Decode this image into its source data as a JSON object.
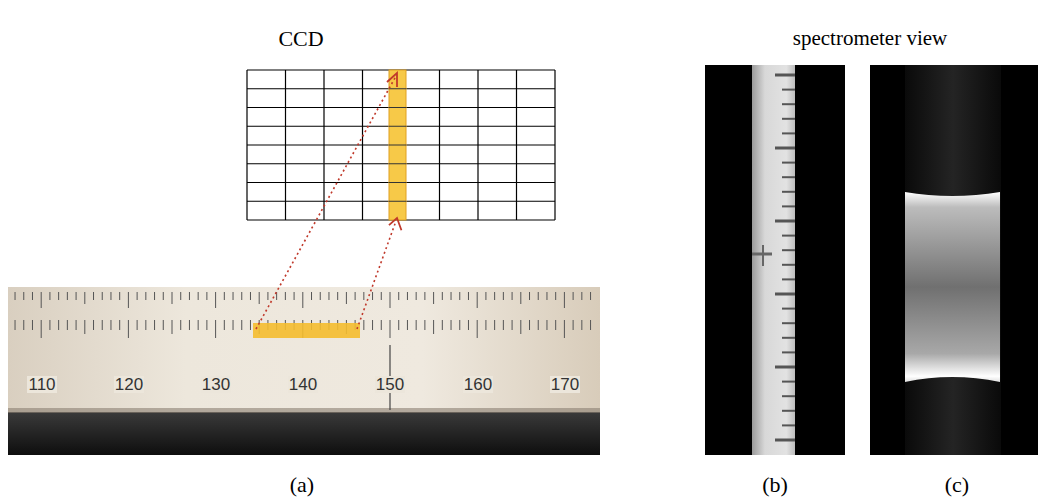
{
  "diagram": {
    "labels": [
      "CCD",
      "spectrometer view",
      "110",
      "120",
      "130",
      "140",
      "150",
      "160",
      "170",
      "(a)",
      "(b)",
      "(c)"
    ]
  }
}
